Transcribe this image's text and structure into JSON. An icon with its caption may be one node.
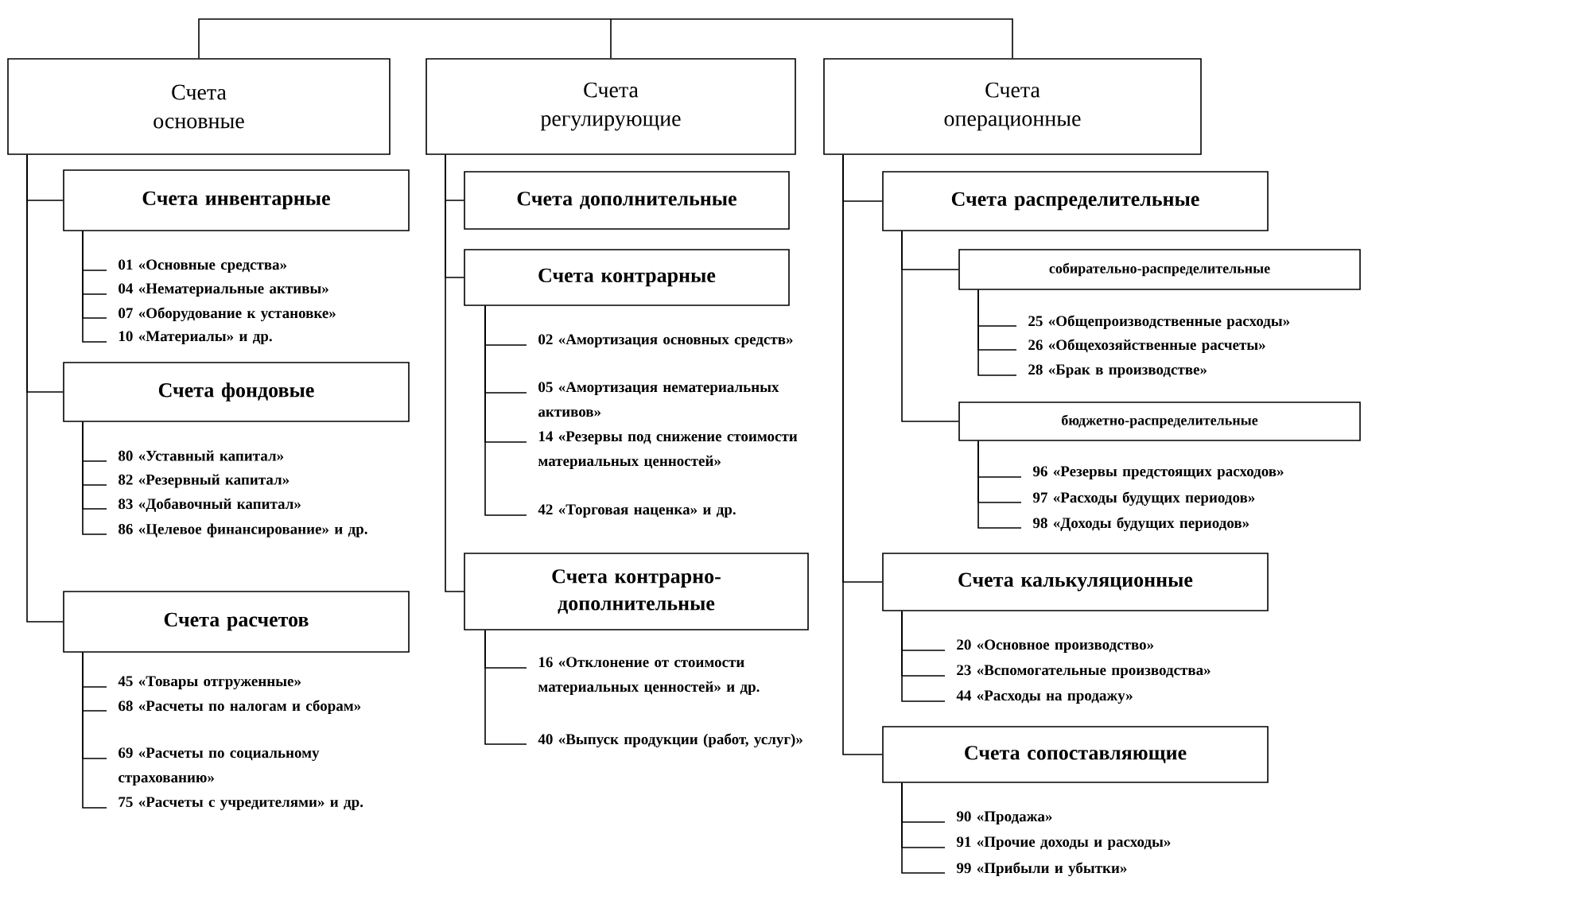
{
  "diagram": {
    "nodes": [
      {
        "text": [
          "Счета основные"
        ]
      },
      {
        "text": [
          "Счета регулирующие"
        ]
      },
      {
        "text": [
          "Счета операционные"
        ]
      },
      {
        "text": [
          "Счета инвентарные"
        ]
      },
      {
        "text": [
          "01 «Основные средства»"
        ]
      },
      {
        "text": [
          "04 «Нематериальные активы»"
        ]
      },
      {
        "text": [
          "07 «Оборудование к установке»"
        ]
      },
      {
        "text": [
          "10 «Материалы» и др."
        ]
      },
      {
        "text": [
          "Счета фондовые"
        ]
      },
      {
        "text": [
          "80 «Уставный капитал»"
        ]
      },
      {
        "text": [
          "82 «Резервный капитал»"
        ]
      },
      {
        "text": [
          "83 «Добавочный капитал»"
        ]
      },
      {
        "text": [
          "86 «Целевое финансирование» и др."
        ]
      },
      {
        "text": [
          "Счета расчетов"
        ]
      },
      {
        "text": [
          "45 «Товары отгруженные»"
        ]
      },
      {
        "text": [
          "68 «Расчеты по налогам и сборам»"
        ]
      },
      {
        "text": [
          "69 «Расчеты по социальному страхованию»"
        ]
      },
      {
        "text": [
          "75 «Расчеты с учредителями» и др."
        ]
      },
      {
        "text": [
          "Счета дополнительные"
        ]
      },
      {
        "text": [
          "Счета контрарные"
        ]
      },
      {
        "text": [
          "02 «Амортизация основных средств»"
        ]
      },
      {
        "text": [
          "05 «Амортизация нематериальных активов»"
        ]
      },
      {
        "text": [
          "14 «Резервы под снижение стоимости материальных ценностей»"
        ]
      },
      {
        "text": [
          "42 «Торговая наценка» и др."
        ]
      },
      {
        "text": [
          "Счета контрарно-дополнительные"
        ]
      },
      {
        "text": [
          "16 «Отклонение от стоимости материальных ценностей» и др."
        ]
      },
      {
        "text": [
          "40 «Выпуск продукции (работ, услуг)»"
        ]
      },
      {
        "text": [
          "Счета распределительные"
        ]
      },
      {
        "text": [
          "собирательно-распределительные"
        ]
      },
      {
        "text": [
          "25 «Общепроизводственные расходы»"
        ]
      },
      {
        "text": [
          "26 «Общехозяйственные расчеты»"
        ]
      },
      {
        "text": [
          "28 «Брак в производстве»"
        ]
      },
      {
        "text": [
          "бюджетно-распределительные"
        ]
      },
      {
        "text": [
          "96 «Резервы предстоящих расходов»"
        ]
      },
      {
        "text": [
          "97 «Расходы будущих периодов»"
        ]
      },
      {
        "text": [
          "98 «Доходы будущих периодов»"
        ]
      },
      {
        "text": [
          "Счета калькуляционные"
        ]
      },
      {
        "text": [
          "20 «Основное производство»"
        ]
      },
      {
        "text": [
          "23 «Вспомогательные производства»"
        ]
      },
      {
        "text": [
          "44 «Расходы на продажу»"
        ]
      },
      {
        "text": [
          "Счета сопоставляющие"
        ]
      },
      {
        "text": [
          "90 «Продажа»"
        ]
      },
      {
        "text": [
          "91 «Прочие доходы и расходы»"
        ]
      },
      {
        "text": [
          "99 «Прибыли и убытки»"
        ]
      }
    ],
    "edges": [
      {
        "from": 0,
        "to": 3,
        "arrow": "none"
      },
      {
        "from": 3,
        "to": 4,
        "arrow": "none"
      },
      {
        "from": 3,
        "to": 5,
        "arrow": "none"
      },
      {
        "from": 3,
        "to": 6,
        "arrow": "none"
      },
      {
        "from": 3,
        "to": 7,
        "arrow": "none"
      },
      {
        "from": 0,
        "to": 8,
        "arrow": "none"
      },
      {
        "from": 8,
        "to": 9,
        "arrow": "none"
      },
      {
        "from": 8,
        "to": 10,
        "arrow": "none"
      },
      {
        "from": 8,
        "to": 11,
        "arrow": "none"
      },
      {
        "from": 8,
        "to": 12,
        "arrow": "none"
      },
      {
        "from": 0,
        "to": 13,
        "arrow": "none"
      },
      {
        "from": 13,
        "to": 14,
        "arrow": "none"
      },
      {
        "from": 13,
        "to": 15,
        "arrow": "none"
      },
      {
        "from": 13,
        "to": 16,
        "arrow": "none"
      },
      {
        "from": 13,
        "to": 17,
        "arrow": "none"
      },
      {
        "from": 1,
        "to": 18,
        "arrow": "none"
      },
      {
        "from": 1,
        "to": 19,
        "arrow": "none"
      },
      {
        "from": 19,
        "to": 20,
        "arrow": "none"
      },
      {
        "from": 19,
        "to": 21,
        "arrow": "none"
      },
      {
        "from": 19,
        "to": 22,
        "arrow": "none"
      },
      {
        "from": 19,
        "to": 23,
        "arrow": "none"
      },
      {
        "from": 1,
        "to": 24,
        "arrow": "none"
      },
      {
        "from": 24,
        "to": 25,
        "arrow": "none"
      },
      {
        "from": 24,
        "to": 26,
        "arrow": "none"
      },
      {
        "from": 2,
        "to": 27,
        "arrow": "none"
      },
      {
        "from": 27,
        "to": 28,
        "arrow": "none"
      },
      {
        "from": 28,
        "to": 29,
        "arrow": "none"
      },
      {
        "from": 28,
        "to": 30,
        "arrow": "none"
      },
      {
        "from": 28,
        "to": 31,
        "arrow": "none"
      },
      {
        "from": 27,
        "to": 32,
        "arrow": "none"
      },
      {
        "from": 32,
        "to": 33,
        "arrow": "none"
      },
      {
        "from": 32,
        "to": 34,
        "arrow": "none"
      },
      {
        "from": 32,
        "to": 35,
        "arrow": "none"
      },
      {
        "from": 2,
        "to": 36,
        "arrow": "none"
      },
      {
        "from": 36,
        "to": 37,
        "arrow": "none"
      },
      {
        "from": 36,
        "to": 38,
        "arrow": "none"
      },
      {
        "from": 36,
        "to": 39,
        "arrow": "none"
      },
      {
        "from": 2,
        "to": 40,
        "arrow": "none"
      },
      {
        "from": 40,
        "to": 41,
        "arrow": "none"
      },
      {
        "from": 40,
        "to": 42,
        "arrow": "none"
      },
      {
        "from": 40,
        "to": 43,
        "arrow": "none"
      }
    ]
  }
}
